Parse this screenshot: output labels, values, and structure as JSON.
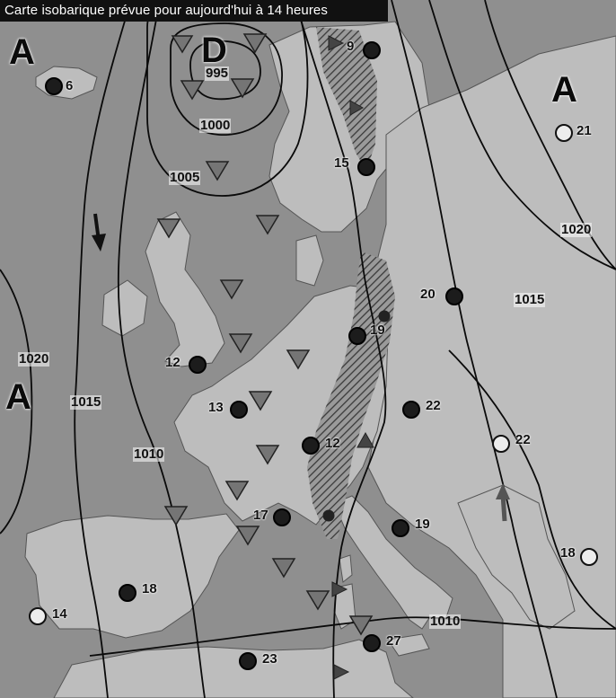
{
  "title": "Carte isobarique prévue pour aujourd'hui à 14 heures",
  "colors": {
    "land": "#bdbdbd",
    "sea": "#8f8f8f",
    "isobar": "#0a0a0a",
    "front_band": "#5a5a5a",
    "cold_marker": "#757575"
  },
  "pressure_centers": [
    {
      "letter": "A",
      "kind": "high"
    },
    {
      "letter": "D",
      "kind": "low"
    },
    {
      "letter": "A",
      "kind": "high"
    },
    {
      "letter": "A",
      "kind": "high"
    }
  ],
  "isobar_labels": [
    "995",
    "1000",
    "1005",
    "1020",
    "1015",
    "1010",
    "1020",
    "1015",
    "1010"
  ],
  "temperatures": [
    {
      "value": "6",
      "style": "dark"
    },
    {
      "value": "9",
      "style": "dark"
    },
    {
      "value": "15",
      "style": "dark"
    },
    {
      "value": "21",
      "style": "light"
    },
    {
      "value": "20",
      "style": "dark"
    },
    {
      "value": "19",
      "style": "dark"
    },
    {
      "value": "12",
      "style": "dark"
    },
    {
      "value": "13",
      "style": "dark"
    },
    {
      "value": "22",
      "style": "dark"
    },
    {
      "value": "12",
      "style": "dark"
    },
    {
      "value": "22",
      "style": "light"
    },
    {
      "value": "17",
      "style": "dark"
    },
    {
      "value": "19",
      "style": "dark"
    },
    {
      "value": "18",
      "style": "light"
    },
    {
      "value": "18",
      "style": "dark"
    },
    {
      "value": "14",
      "style": "light"
    },
    {
      "value": "27",
      "style": "dark"
    },
    {
      "value": "23",
      "style": "dark"
    }
  ],
  "icons": {
    "wind_north": "arrow-down-icon",
    "wind_south": "arrow-up-icon",
    "cold_sky": "triangle-down-icon",
    "warm_sky": "triangle-right-icon"
  }
}
